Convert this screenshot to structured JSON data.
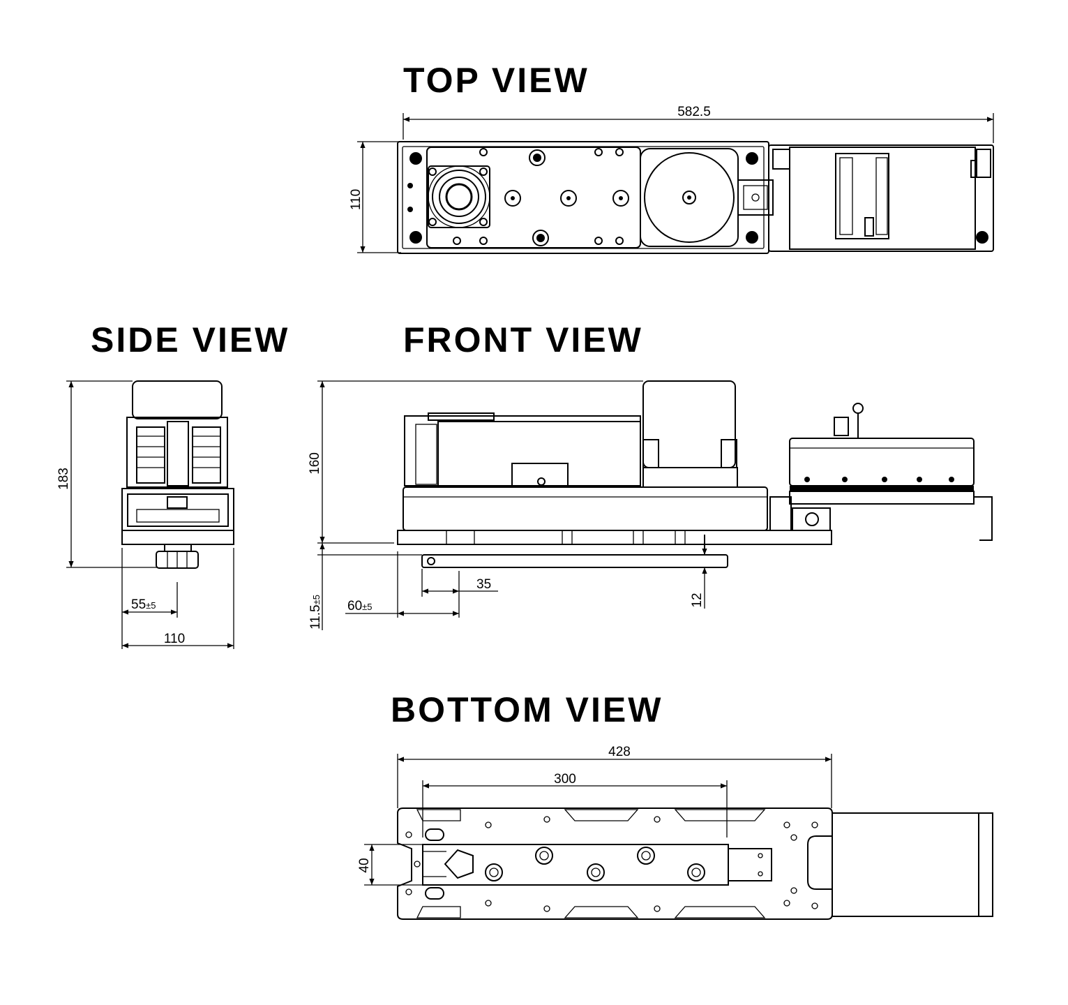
{
  "views": {
    "top": {
      "title": "TOP VIEW",
      "length": "582.5",
      "width": "110"
    },
    "side": {
      "title": "SIDE VIEW",
      "height": "183",
      "offset": "55",
      "offset_tol": "±5",
      "width": "110"
    },
    "front": {
      "title": "FRONT VIEW",
      "height": "160",
      "arm_depth": "11.5",
      "arm_depth_tol": "±5",
      "spindle_offset": "60",
      "spindle_offset_tol": "±5",
      "arm_hole": "35",
      "arm_thickness": "12"
    },
    "bottom": {
      "title": "BOTTOM VIEW",
      "plate_length": "428",
      "arm_length": "300",
      "arm_width": "40"
    }
  }
}
